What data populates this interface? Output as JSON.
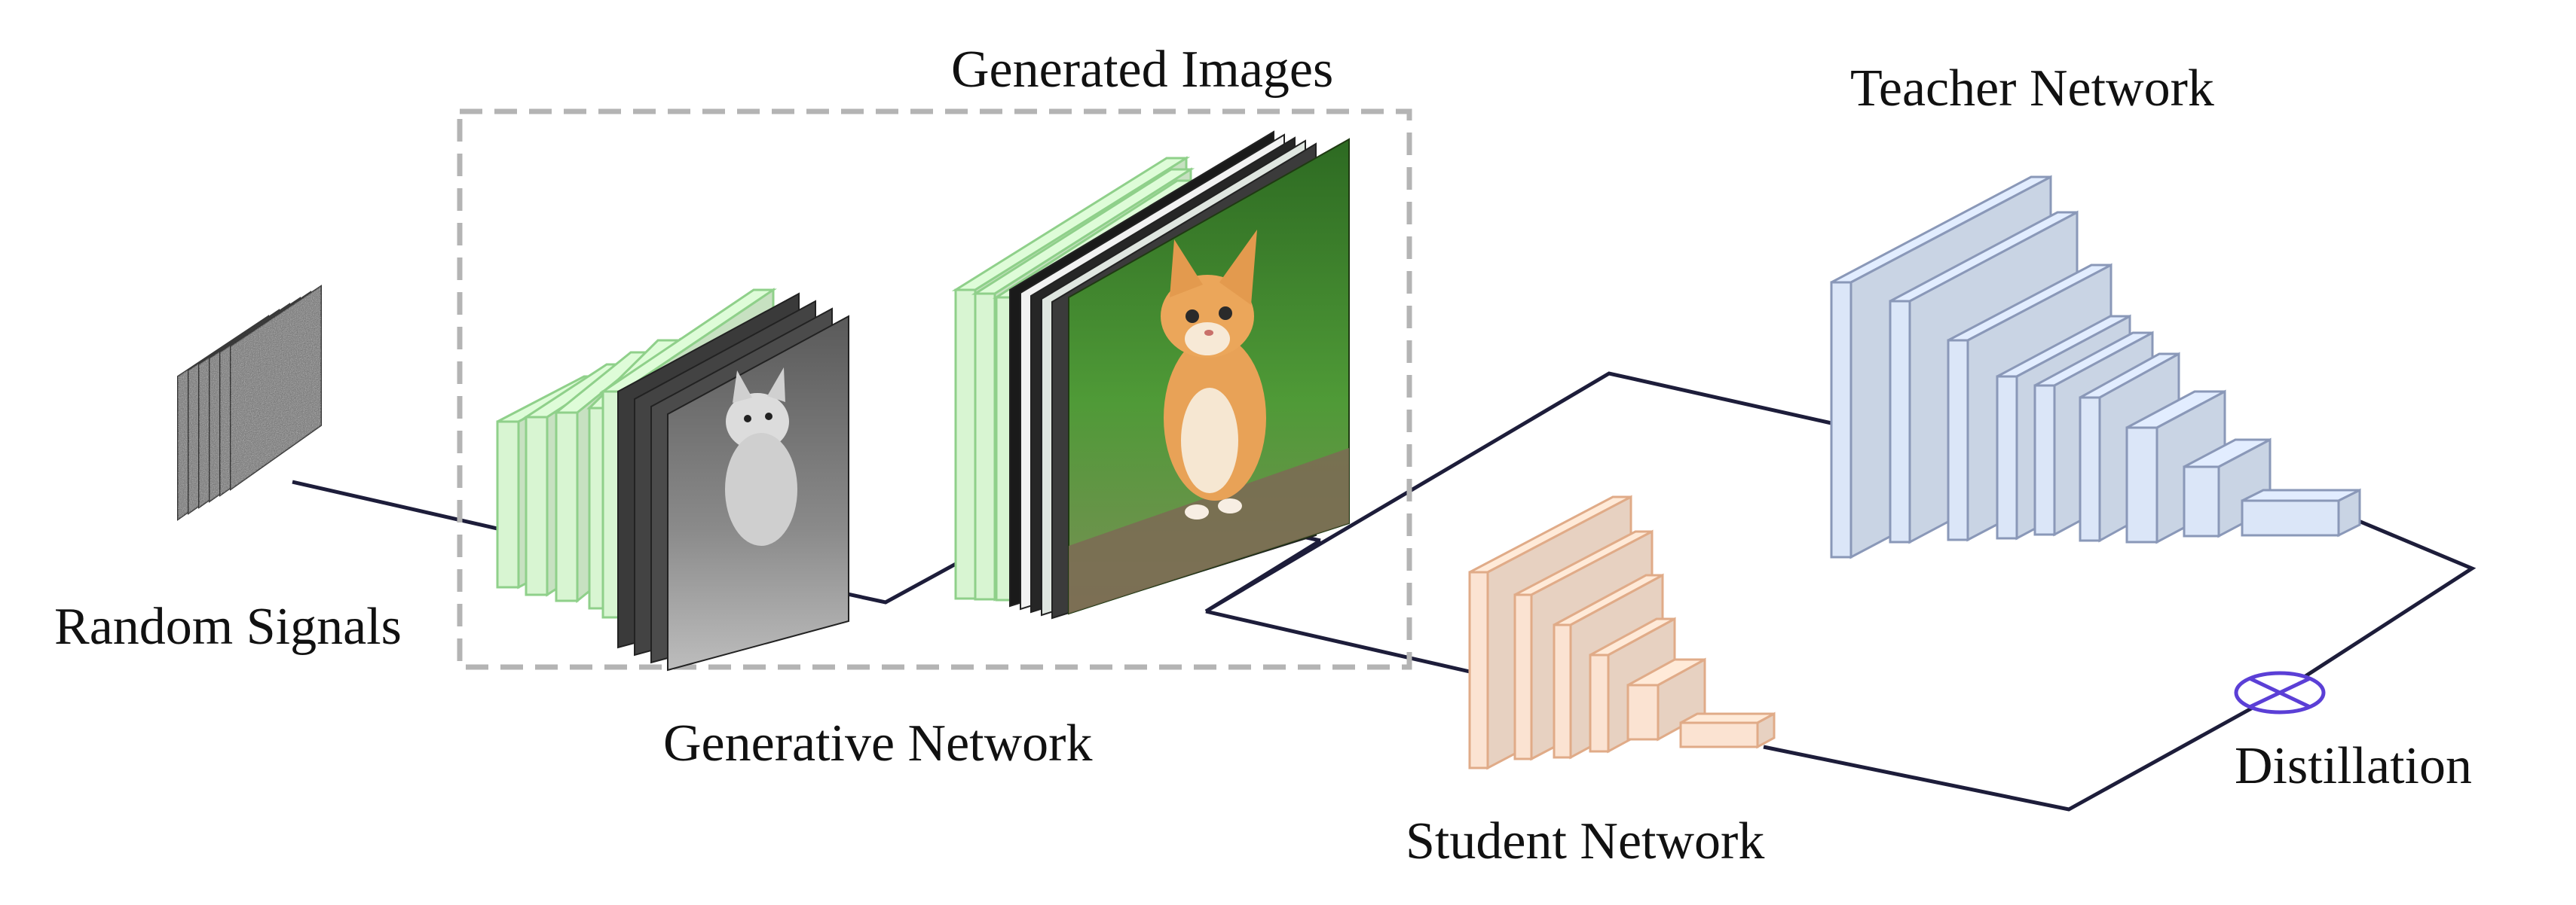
{
  "labels": {
    "random_signals": "Random Signals",
    "generated_images": "Generated Images",
    "generative_network": "Generative Network",
    "teacher_network": "Teacher Network",
    "student_network": "Student Network",
    "distillation": "Distillation"
  },
  "colors": {
    "generator_fill": "#d8f5d2",
    "generator_stroke": "#8fd08a",
    "teacher_fill": "#dbe6f8",
    "teacher_stroke": "#8a98b8",
    "student_fill": "#fbe3d2",
    "student_stroke": "#e0ab88",
    "noise": "#6a6a6a",
    "connector": "#1d1d3a",
    "distillation_symbol": "#5b3fd6",
    "dashed_box": "#b4b4b4"
  },
  "icons": {
    "noise": "noise-stack-icon",
    "distillation": "otimes-icon"
  }
}
